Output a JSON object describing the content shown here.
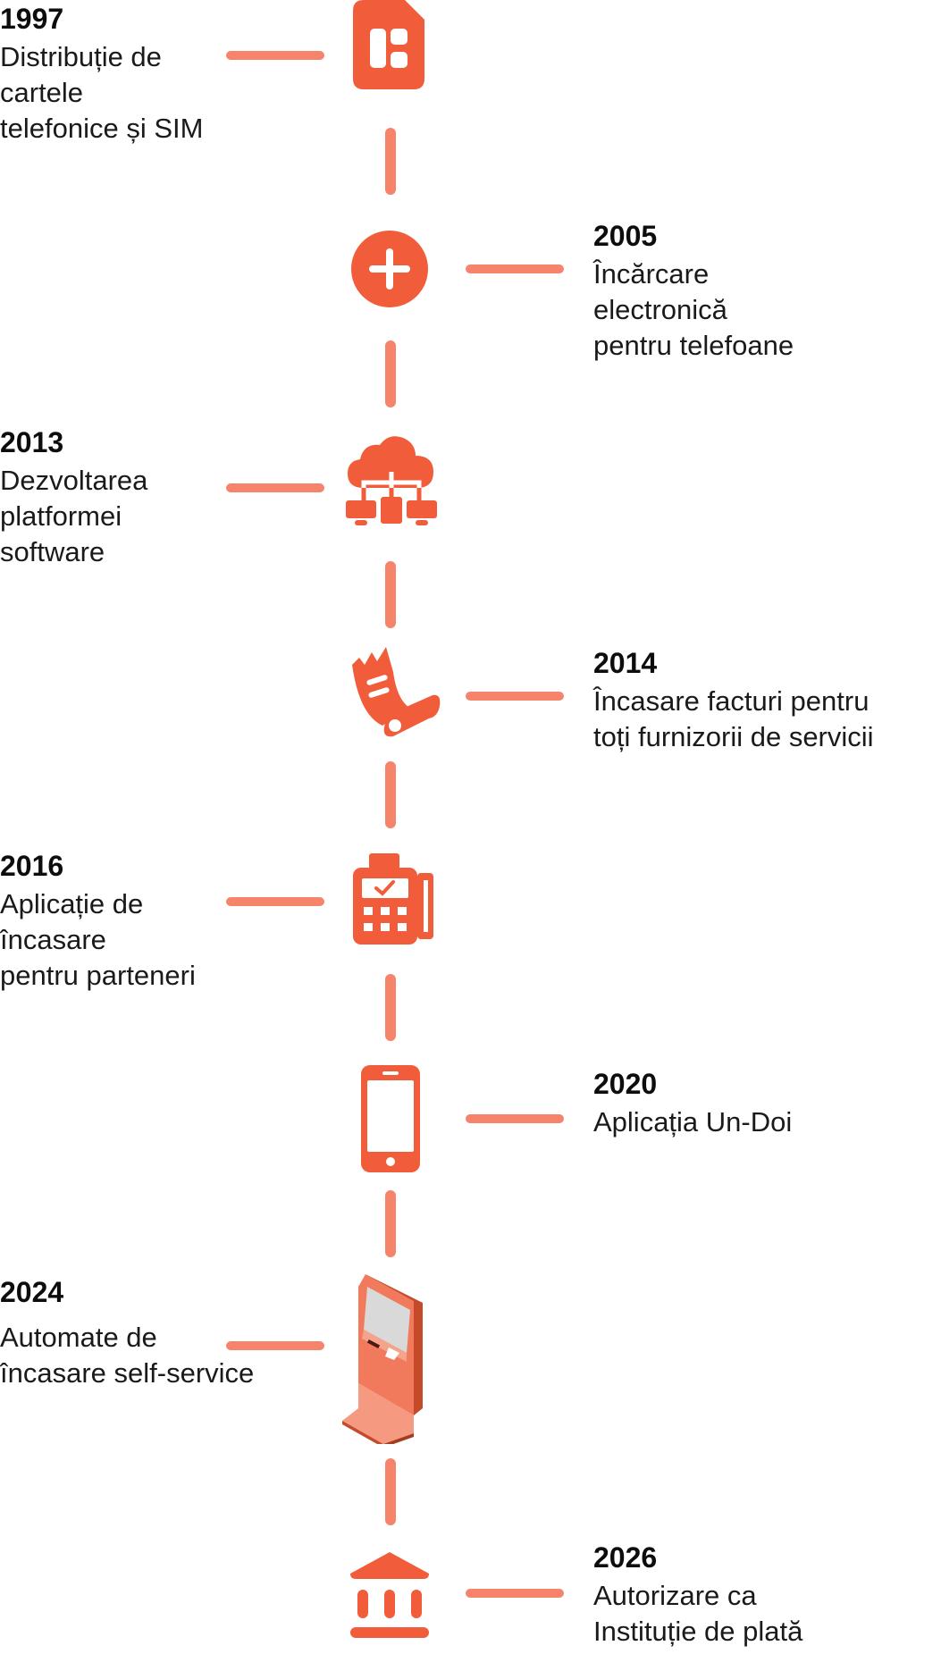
{
  "accent_color": "#f15c3a",
  "connector_color": "#f5846b",
  "milestones": [
    {
      "year": "1997",
      "text": "Distribuție de\ncartele\ntelefonice și SIM",
      "icon": "sim-card-icon"
    },
    {
      "year": "2005",
      "text": "Încărcare\nelectronică\npentru telefoane",
      "icon": "plus-circle-icon"
    },
    {
      "year": "2013",
      "text": "Dezvoltarea\nplatformei\nsoftware",
      "icon": "cloud-network-icon"
    },
    {
      "year": "2014",
      "text": "Încasare facturi pentru\ntoți furnizorii de servicii",
      "icon": "receipt-icon"
    },
    {
      "year": "2016",
      "text": "Aplicație de\nîncasare\npentru parteneri",
      "icon": "payment-terminal-icon"
    },
    {
      "year": "2020",
      "text": "Aplicația Un-Doi",
      "icon": "smartphone-icon"
    },
    {
      "year": "2024",
      "text": "Automate de\nîncasare self-service",
      "icon": "self-service-kiosk-icon"
    },
    {
      "year": "2026",
      "text": "Autorizare ca\nInstituție de plată",
      "icon": "bank-building-icon"
    }
  ]
}
